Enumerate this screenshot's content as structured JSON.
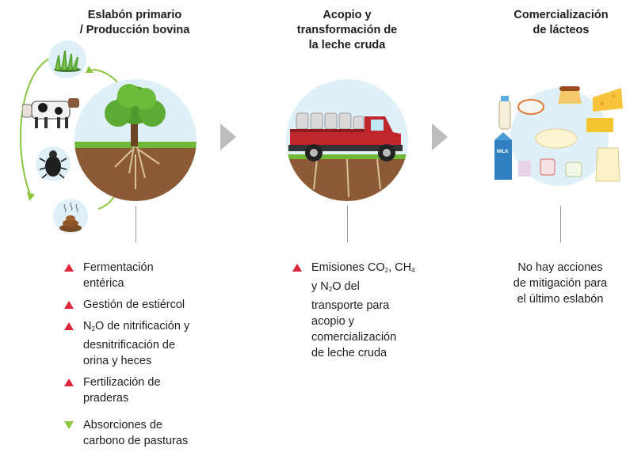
{
  "stages": [
    {
      "title_line1": "Eslabón primario",
      "title_line2": "/ Producción bovina",
      "items": [
        {
          "type": "emission",
          "lines": [
            "Fermentación",
            "entérica"
          ]
        },
        {
          "type": "emission",
          "lines": [
            "Gestión de estiércol"
          ]
        },
        {
          "type": "emission",
          "line1_pre": "N",
          "line1_sub": "2",
          "line1_post": "O de nitrificación y",
          "lines_rest": [
            "desnitrificación de",
            "orina y heces"
          ]
        },
        {
          "type": "emission",
          "lines": [
            "Fertilización de",
            "praderas"
          ]
        },
        {
          "type": "absorption",
          "lines": [
            "Absorciones de",
            "carbono de pasturas"
          ]
        }
      ]
    },
    {
      "title_line1": "Acopio y",
      "title_line2": "transformación de",
      "title_line3": "la leche cruda",
      "item": {
        "type": "emission",
        "l1_pre": "Emisiones CO",
        "l1_sub1": "2",
        "l1_mid": ", CH",
        "l1_sub2": "4",
        "l2_pre": "y N",
        "l2_sub": "2",
        "l2_post": "O del",
        "lines_rest": [
          "transporte para",
          "acopio y",
          "comercialización",
          "de leche cruda"
        ]
      }
    },
    {
      "title_line1": "Comercialización",
      "title_line2": "de lácteos",
      "note_lines": [
        "No hay acciones",
        "de mitigación para",
        "el último eslabón"
      ],
      "milk_label": "MILK"
    }
  ],
  "colors": {
    "emission_marker": "#e0263a",
    "absorption_marker": "#8cc63f",
    "cycle_arrows": "#8cc63f",
    "circle_bg": "#dff0f8",
    "stage_arrow": "#bdbdbd"
  },
  "icons": [
    "grass-icon",
    "cow-icon",
    "beetle-icon",
    "manure-icon",
    "tree-icon",
    "truck-icon",
    "dairy-products-icon"
  ]
}
